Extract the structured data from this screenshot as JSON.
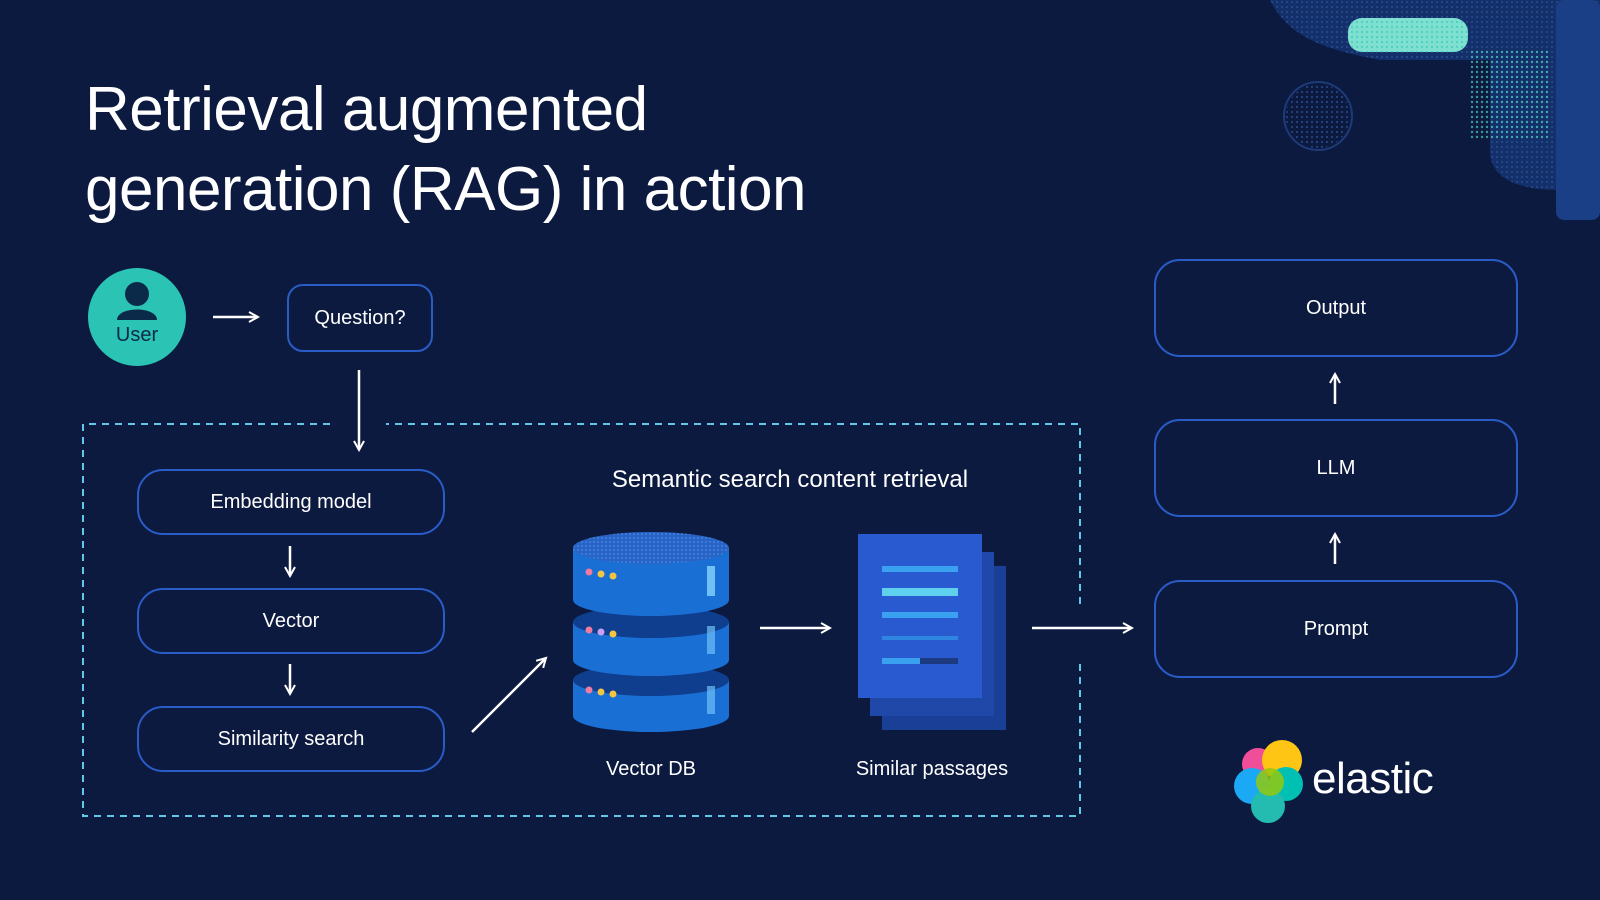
{
  "title": {
    "line1": "Retrieval augmented",
    "line2": "generation (RAG) in action"
  },
  "user": {
    "label": "User"
  },
  "question": {
    "label": "Question?"
  },
  "pipeline": {
    "embedding_label": "Embedding model",
    "vector_label": "Vector",
    "similarity_label": "Similarity search"
  },
  "retrieval": {
    "heading": "Semantic search content retrieval",
    "vector_db_label": "Vector DB",
    "similar_passages_label": "Similar passages"
  },
  "llm_stack": {
    "output_label": "Output",
    "llm_label": "LLM",
    "prompt_label": "Prompt"
  },
  "brand": {
    "name": "elastic"
  },
  "colors": {
    "background": "#0c1a40",
    "box_border": "#2a5cc8",
    "dashed_border": "#5fc9e6",
    "user_teal": "#2bc3b4",
    "db_blue": "#1a6fd4",
    "doc_blue": "#2450b0"
  }
}
